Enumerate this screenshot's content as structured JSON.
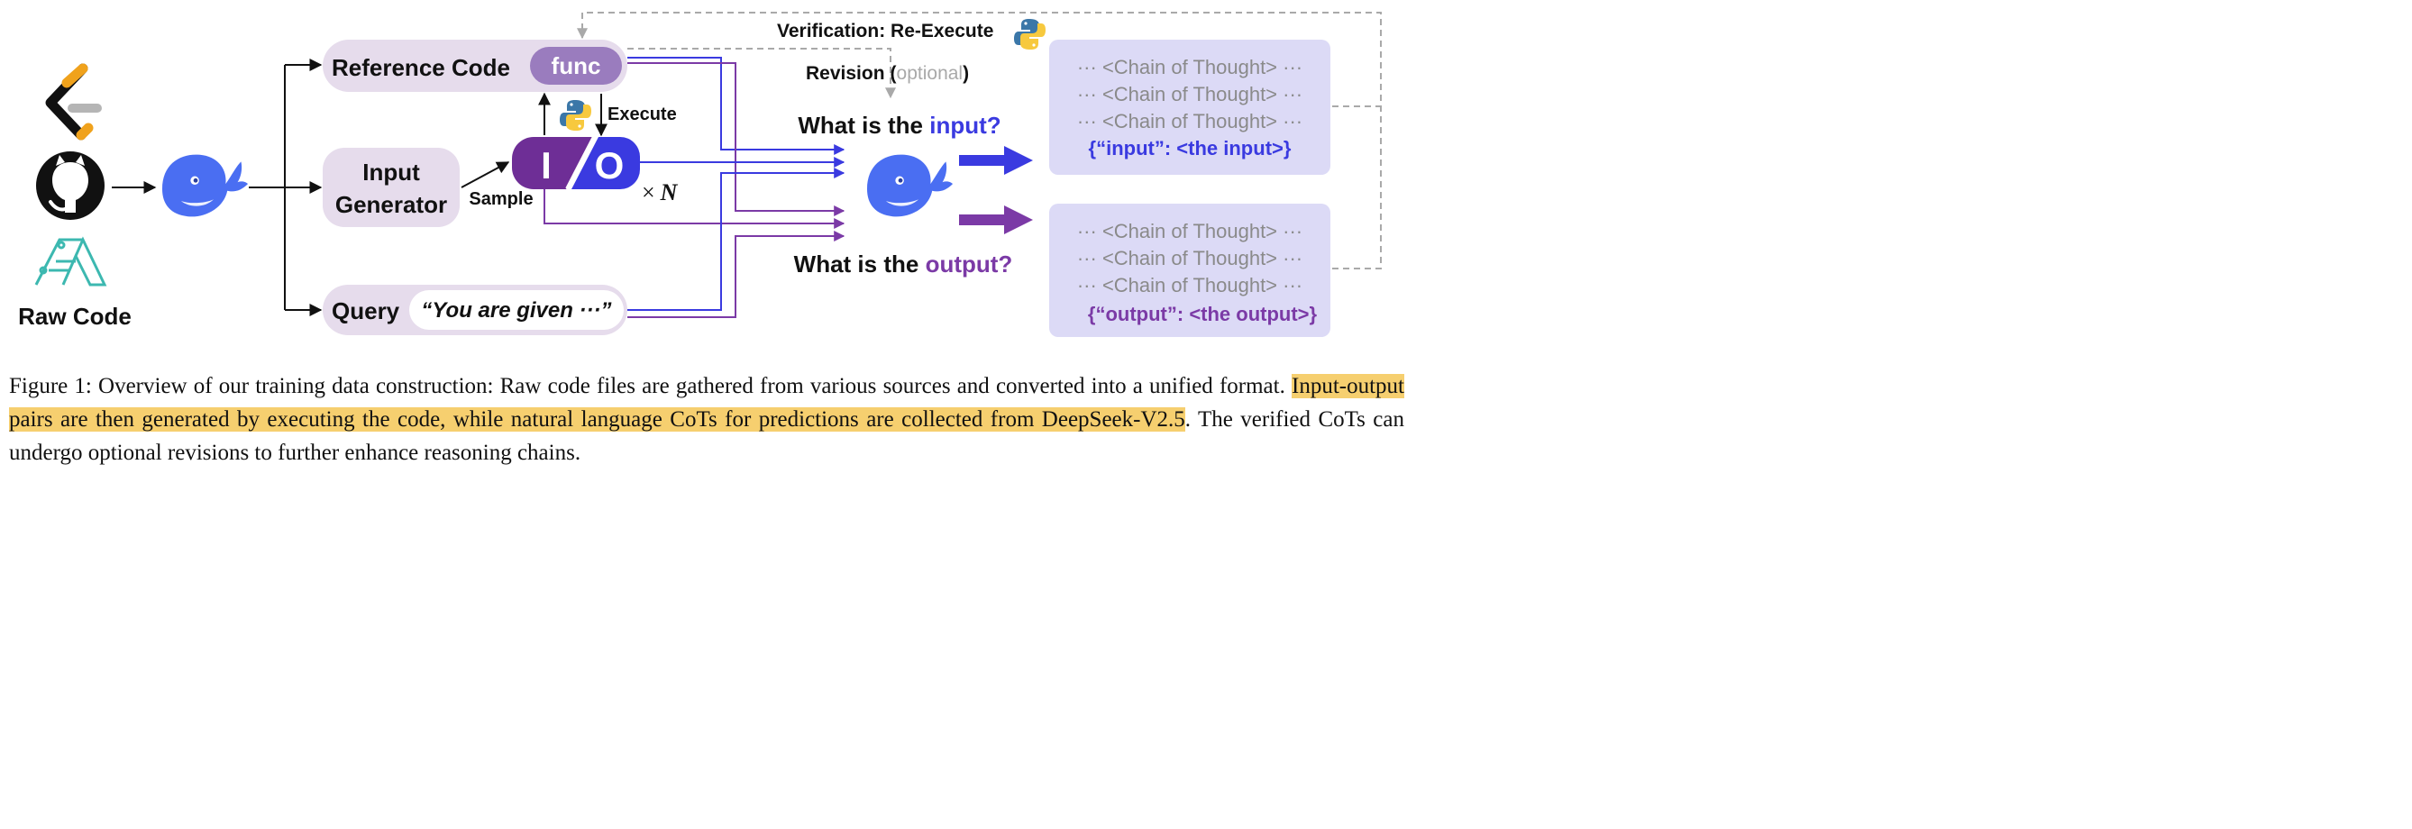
{
  "sources": {
    "raw_code_label": "Raw Code",
    "icons": [
      "leetcode-icon",
      "github-icon",
      "codeforces-a-icon"
    ]
  },
  "reference": {
    "label": "Reference Code",
    "func_label": "func"
  },
  "input_generator": {
    "line1": "Input",
    "line2": "Generator"
  },
  "io": {
    "i": "I",
    "o": "O",
    "times": "×",
    "n": "N",
    "sample_label": "Sample",
    "execute_label": "Execute"
  },
  "query": {
    "label": "Query",
    "text": "“You are given ···”"
  },
  "verification_label": "Verification: Re-Execute",
  "revision": {
    "label": "Revision",
    "open": "(",
    "optional": "optional",
    "close": ")"
  },
  "question_input": {
    "prefix": "What is the ",
    "word": "input?"
  },
  "question_output": {
    "prefix": "What is the ",
    "word": "output?"
  },
  "cot_input": {
    "lines": [
      "··· <Chain of Thought> ···",
      "··· <Chain of Thought> ···",
      "··· <Chain of Thought> ···"
    ],
    "answer": "{“input”: <the input>}"
  },
  "cot_output": {
    "lines": [
      "··· <Chain of Thought> ···",
      "··· <Chain of Thought> ···",
      "··· <Chain of Thought> ···"
    ],
    "answer": "{“output”: <the output>}"
  },
  "caption": {
    "part1": "Figure 1: Overview of our training data construction: Raw code files are gathered from various sources and converted into a unified format. ",
    "highlight": "Input-output pairs are then generated by executing the code, while natural language CoTs for predictions are collected from DeepSeek-V2.5",
    "part2": ". The verified CoTs can undergo optional revisions to further enhance reasoning chains."
  },
  "colors": {
    "blue": "#3a3ae0",
    "purple": "#6e2e96",
    "lavender": "#e6dcec",
    "func_purple": "#9a7cbe",
    "cot_box": "#dcdaf6",
    "cot_text": "#8a8a8a",
    "gray_dash": "#a9a9a9",
    "whale": "#4a6ef2",
    "highlight": "#f6cf6f"
  }
}
